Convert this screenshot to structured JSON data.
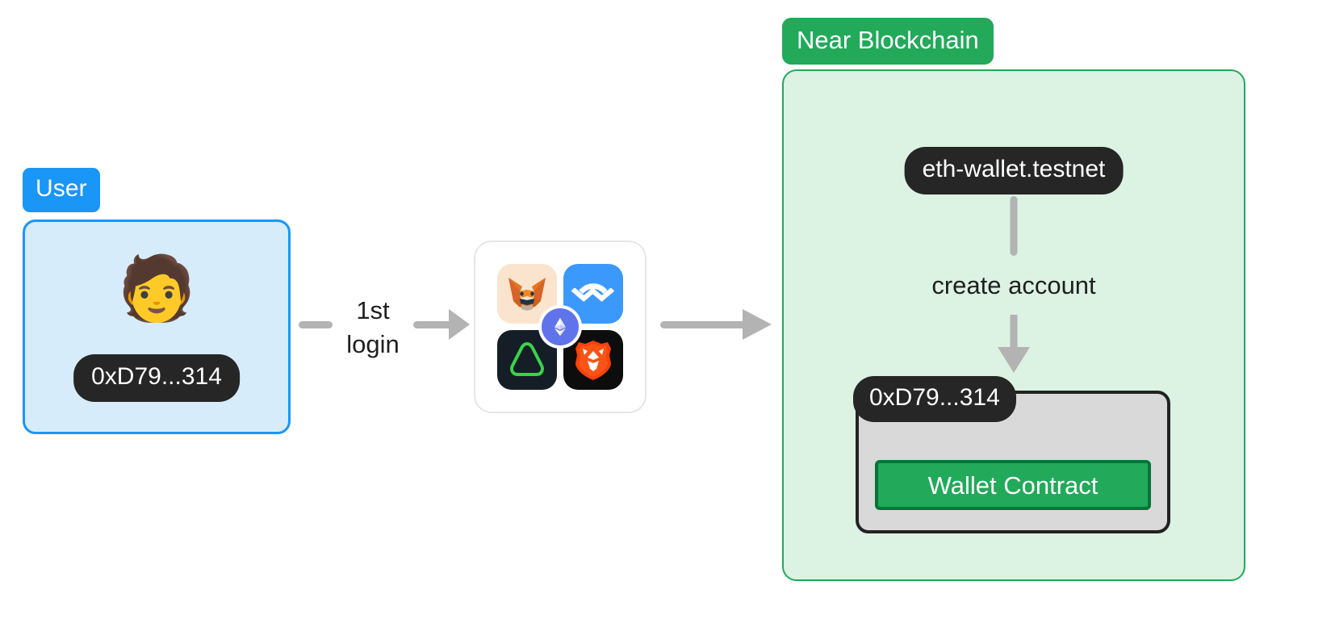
{
  "diagram": {
    "title": "Near Ethereum wallet first-login account creation flow",
    "colors": {
      "blue_accent": "#1a96f7",
      "blue_fill": "#d6ecfb",
      "green_accent": "#22a95a",
      "green_fill": "#dcf2e3",
      "green_border_dark": "#067437",
      "dark_chip": "#262626",
      "gray_arrow": "#b3b3b3",
      "gray_panel": "#d9d9d9",
      "background": "#ffffff"
    }
  },
  "user": {
    "badge_label": "User",
    "avatar_icon": "person-emoji",
    "avatar_glyph": "🧑",
    "address": "0xD79...314"
  },
  "connector": {
    "login_label_line1": "1st",
    "login_label_line2": "login"
  },
  "wallets": {
    "card_name": "wallet-providers-card",
    "items": [
      {
        "name": "metamask",
        "label": "MetaMask"
      },
      {
        "name": "walletconnect",
        "label": "WalletConnect"
      },
      {
        "name": "rainbow",
        "label": "Rainbow"
      },
      {
        "name": "brave",
        "label": "Brave Wallet"
      }
    ],
    "overlay_badge": {
      "name": "ethereum",
      "label": "Ethereum"
    }
  },
  "near": {
    "badge_label": "Near Blockchain",
    "account_id": "eth-wallet.testnet",
    "action_label": "create account",
    "contract": {
      "address": "0xD79...314",
      "button_label": "Wallet Contract"
    }
  }
}
